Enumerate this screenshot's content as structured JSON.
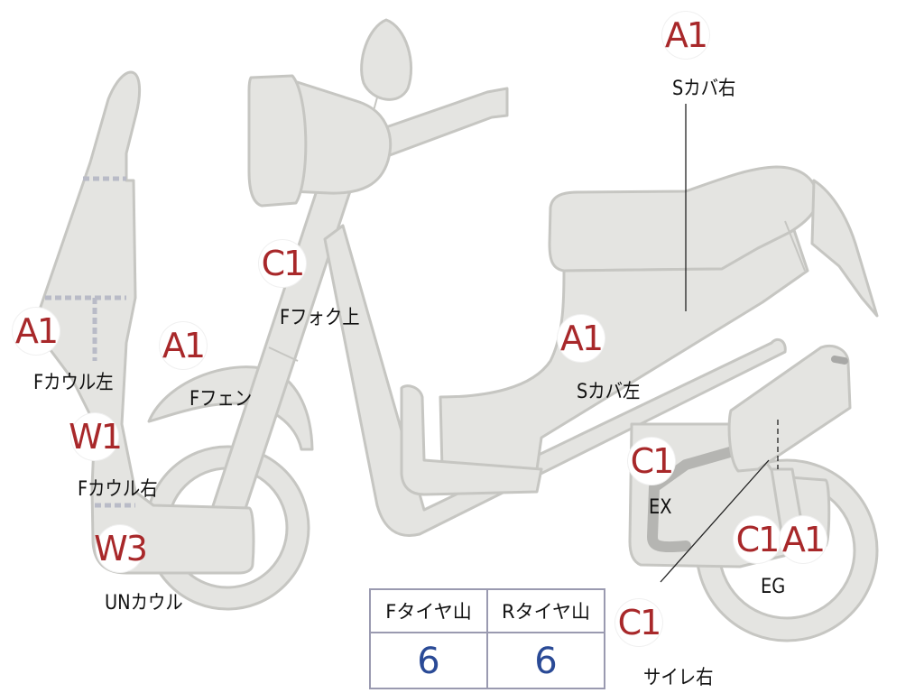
{
  "callouts": [
    {
      "id": "s-cover-right",
      "badge": "A1",
      "label": "Sカバ右"
    },
    {
      "id": "f-fork-upper",
      "badge": "C1",
      "label": "Fフォク上"
    },
    {
      "id": "f-cowl-left",
      "badge": "A1",
      "label": "Fカウル左"
    },
    {
      "id": "f-fender",
      "badge": "A1",
      "label": "Fフェン"
    },
    {
      "id": "s-cover-left",
      "badge": "A1",
      "label": "Sカバ左"
    },
    {
      "id": "f-cowl-right",
      "badge": "W1",
      "label": "Fカウル右"
    },
    {
      "id": "exhaust",
      "badge": "C1",
      "label": "EX"
    },
    {
      "id": "engine",
      "badges": [
        "C1",
        "A1"
      ],
      "label": "EG"
    },
    {
      "id": "under-cowl",
      "badge": "W3",
      "label": "UNカウル"
    },
    {
      "id": "silencer-right",
      "badge": "C1",
      "label": "サイレ右"
    }
  ],
  "tire_table": {
    "headers": [
      "Fタイヤ山",
      "Rタイヤ山"
    ],
    "values": [
      "6",
      "6"
    ]
  },
  "colors": {
    "badge_text": "#a8282a",
    "part_fill": "#e4e4e1",
    "table_value": "#2a4a96",
    "table_border": "#9a9ab0"
  }
}
